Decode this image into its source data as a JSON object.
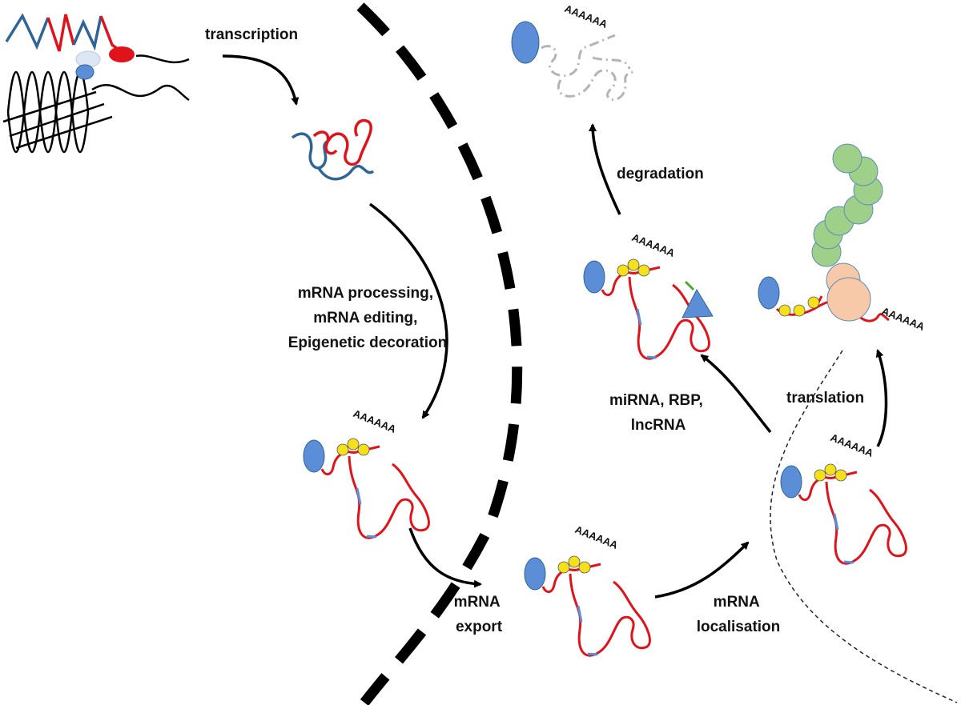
{
  "labels": {
    "transcription": "transcription",
    "processing": [
      "mRNA processing,",
      "mRNA editing,",
      "Epigenetic decoration"
    ],
    "export": [
      "mRNA",
      "export"
    ],
    "localisation": [
      "mRNA",
      "localisation"
    ],
    "regulators": [
      "miRNA, RBP,",
      "lncRNA"
    ],
    "translation": "translation",
    "degradation": "degradation",
    "poly_a": "AAAAAA"
  },
  "colors": {
    "rna_5prime": "#2e6496",
    "rna_body": "#e0131b",
    "cap": "#5b8ed6",
    "bound_protein": "#f5e11a",
    "ribosome": "#f7c9a9",
    "peptide": "#9fd08a",
    "mirna": "#5b8ed6",
    "degraded_rna": "#b4b4b4",
    "arrow": "#000000"
  }
}
